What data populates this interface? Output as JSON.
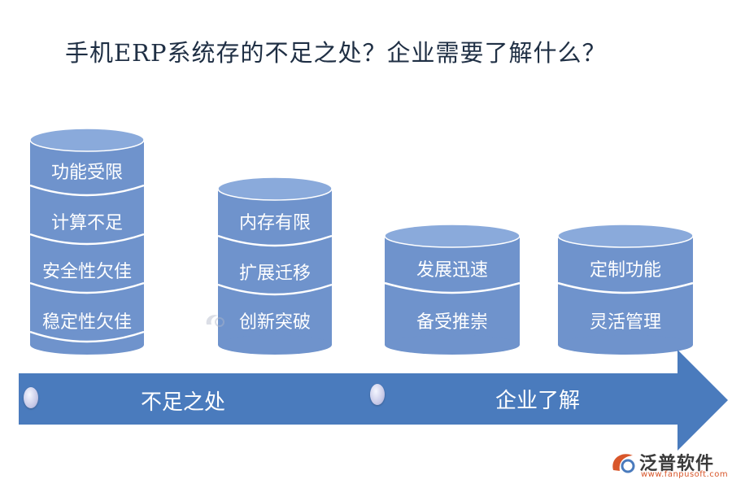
{
  "title": "手机ERP系统存的不足之处？企业需要了解什么？",
  "stacks": [
    {
      "labels": [
        "功能受限",
        "计算不足",
        "安全性欠佳",
        "稳定性欠佳"
      ]
    },
    {
      "labels": [
        "内存有限",
        "扩展迁移",
        "创新突破"
      ]
    },
    {
      "labels": [
        "发展迅速",
        "备受推崇"
      ]
    },
    {
      "labels": [
        "定制功能",
        "灵活管理"
      ]
    }
  ],
  "arrow": {
    "left_label": "不足之处",
    "right_label": "企业了解"
  },
  "logo": {
    "name": "泛普软件",
    "url": "www.fanpusoft.com"
  },
  "colors": {
    "cylinder_body": "#6f93cc",
    "cylinder_top": "#8aaadb",
    "arrow": "#4a7bbd",
    "title": "#1f2f44"
  }
}
